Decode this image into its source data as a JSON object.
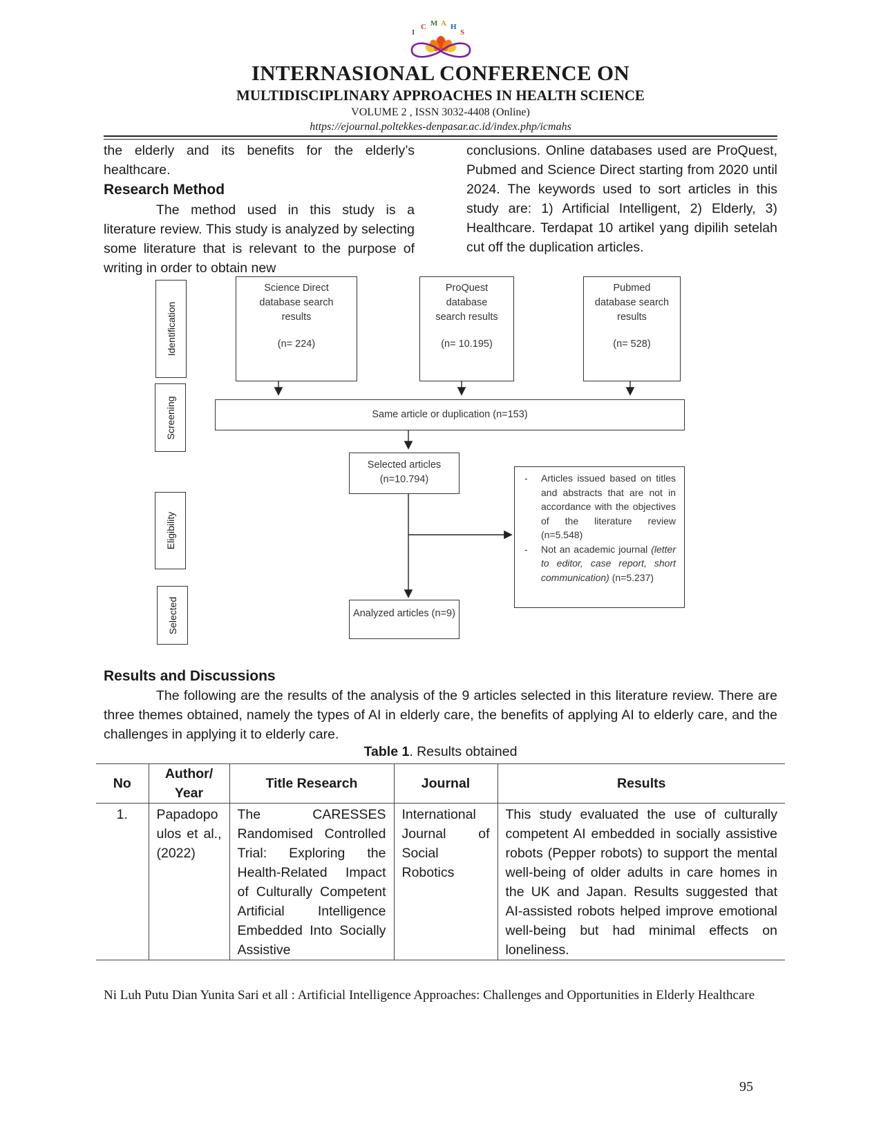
{
  "header": {
    "logo_letters": [
      "I",
      "C",
      "M",
      "A",
      "H",
      "S"
    ],
    "title": "INTERNASIONAL CONFERENCE ON",
    "subtitle": "MULTIDISCIPLINARY APPROACHES IN HEALTH SCIENCE",
    "volume": "VOLUME 2 , ISSN 3032-4408 (Online)",
    "url": "https://ejournal.poltekkes-denpasar.ac.id/index.php/icmahs"
  },
  "left_column": {
    "intro_text": "the elderly and its benefits for the elderly’s healthcare.",
    "heading": "Research Method",
    "paragraph": "The method used in this study is a literature review. This study is analyzed by selecting some literature that is relevant to the purpose of writing in order to obtain new"
  },
  "right_column": {
    "paragraph": "conclusions. Online databases used are ProQuest, Pubmed and Science Direct starting from 2020 until 2024. The keywords used to sort articles in this study are: 1) Artificial Intelligent, 2) Elderly, 3) Healthcare. Terdapat 10 artikel yang dipilih setelah cut off the duplication articles."
  },
  "flow": {
    "stages": [
      "Identification",
      "Screening",
      "Eligibility",
      "Selected"
    ],
    "sources": [
      {
        "lines": [
          "Science Direct",
          "database search",
          "results"
        ],
        "count": "(n= 224)"
      },
      {
        "lines": [
          "ProQuest",
          "database",
          "search results"
        ],
        "count": "(n= 10.195)"
      },
      {
        "lines": [
          "Pubmed",
          "database search",
          "results"
        ],
        "count": "(n= 528)"
      }
    ],
    "duplication": "Same article or duplication (n=153)",
    "selected": [
      "Selected articles",
      "(n=10.794)"
    ],
    "exclusion_1": "Articles issued based on titles and abstracts that are not in accordance with the objectives of the literature review (n=5.548)",
    "exclusion_2_prefix": "Not an academic journal",
    "exclusion_2_italic": "(letter to editor, case report, short communication)",
    "exclusion_2_suffix": "(n=5.237)",
    "analyzed": "Analyzed articles (n=9)"
  },
  "results": {
    "heading": "Results and Discussions",
    "intro": "The following are the results of the analysis of the 9 articles selected in this literature review. There are three themes obtained, namely the types of AI in elderly care, the benefits of applying AI to elderly care, and the challenges in applying it to elderly care."
  },
  "table": {
    "caption_bold": "Table 1",
    "caption_rest": ". Results obtained",
    "headers": {
      "no": "No",
      "author_line1": "Author/",
      "author_line2": "Year",
      "title": "Title Research",
      "journal": "Journal",
      "results": "Results"
    },
    "rows": [
      {
        "no": "1.",
        "author": "Papadopoulos et al., (2022)",
        "title": "The CARESSES Randomised Controlled Trial: Exploring the Health-Related Impact of Culturally Competent Artificial Intelligence Embedded Into Socially Assistive",
        "journal": "International Journal of Social Robotics",
        "results": "This study evaluated the use of culturally competent AI embedded in socially assistive robots (Pepper robots) to support the mental well-being of older adults in care homes in the UK and Japan. Results suggested that AI-assisted robots helped improve emotional well-being but had minimal effects on loneliness."
      }
    ]
  },
  "footer": {
    "citation": "Ni Luh Putu Dian Yunita Sari et all : Artificial Intelligence Approaches: Challenges and Opportunities in Elderly Healthcare",
    "page_number": "95"
  }
}
